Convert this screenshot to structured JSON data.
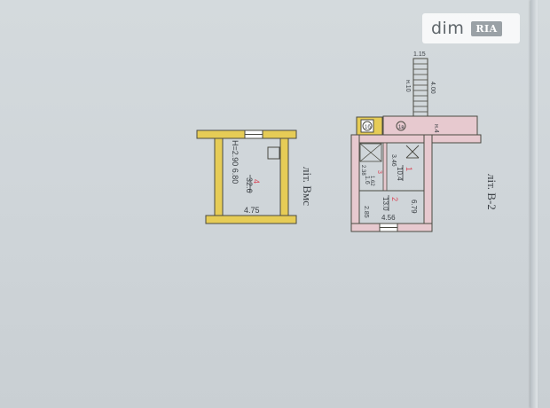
{
  "watermark": {
    "brand": "dim",
    "badge": "RIA"
  },
  "plan_left": {
    "title": "літ. Вмс",
    "room_number": "4",
    "room_area": "32.6",
    "height_note": "H=2.90 6.80",
    "width": "4.75"
  },
  "plan_right": {
    "title": "літ. В-2",
    "stair_width": "1.15",
    "stair_label1": "н.10",
    "stair_label2": "4.00",
    "circle_left": "1б",
    "circle_right": "1в",
    "corridor_label": "н.4",
    "room1_number": "1",
    "room1_area": "10.4",
    "room1_width": "3.46",
    "room2_number": "2",
    "room2_area": "13.0",
    "room3_number": "3",
    "room3_area": "1.6",
    "small_dim1": "2.38",
    "small_dim2": "1.62",
    "height_dim": "6.79",
    "left_dim": "2.85",
    "bottom_dim": "4.56"
  },
  "colors": {
    "wall": "#e6cc56",
    "wall_outline": "#4a4a42",
    "accent": "#d94a5a",
    "paper": "#cfd5d9"
  }
}
